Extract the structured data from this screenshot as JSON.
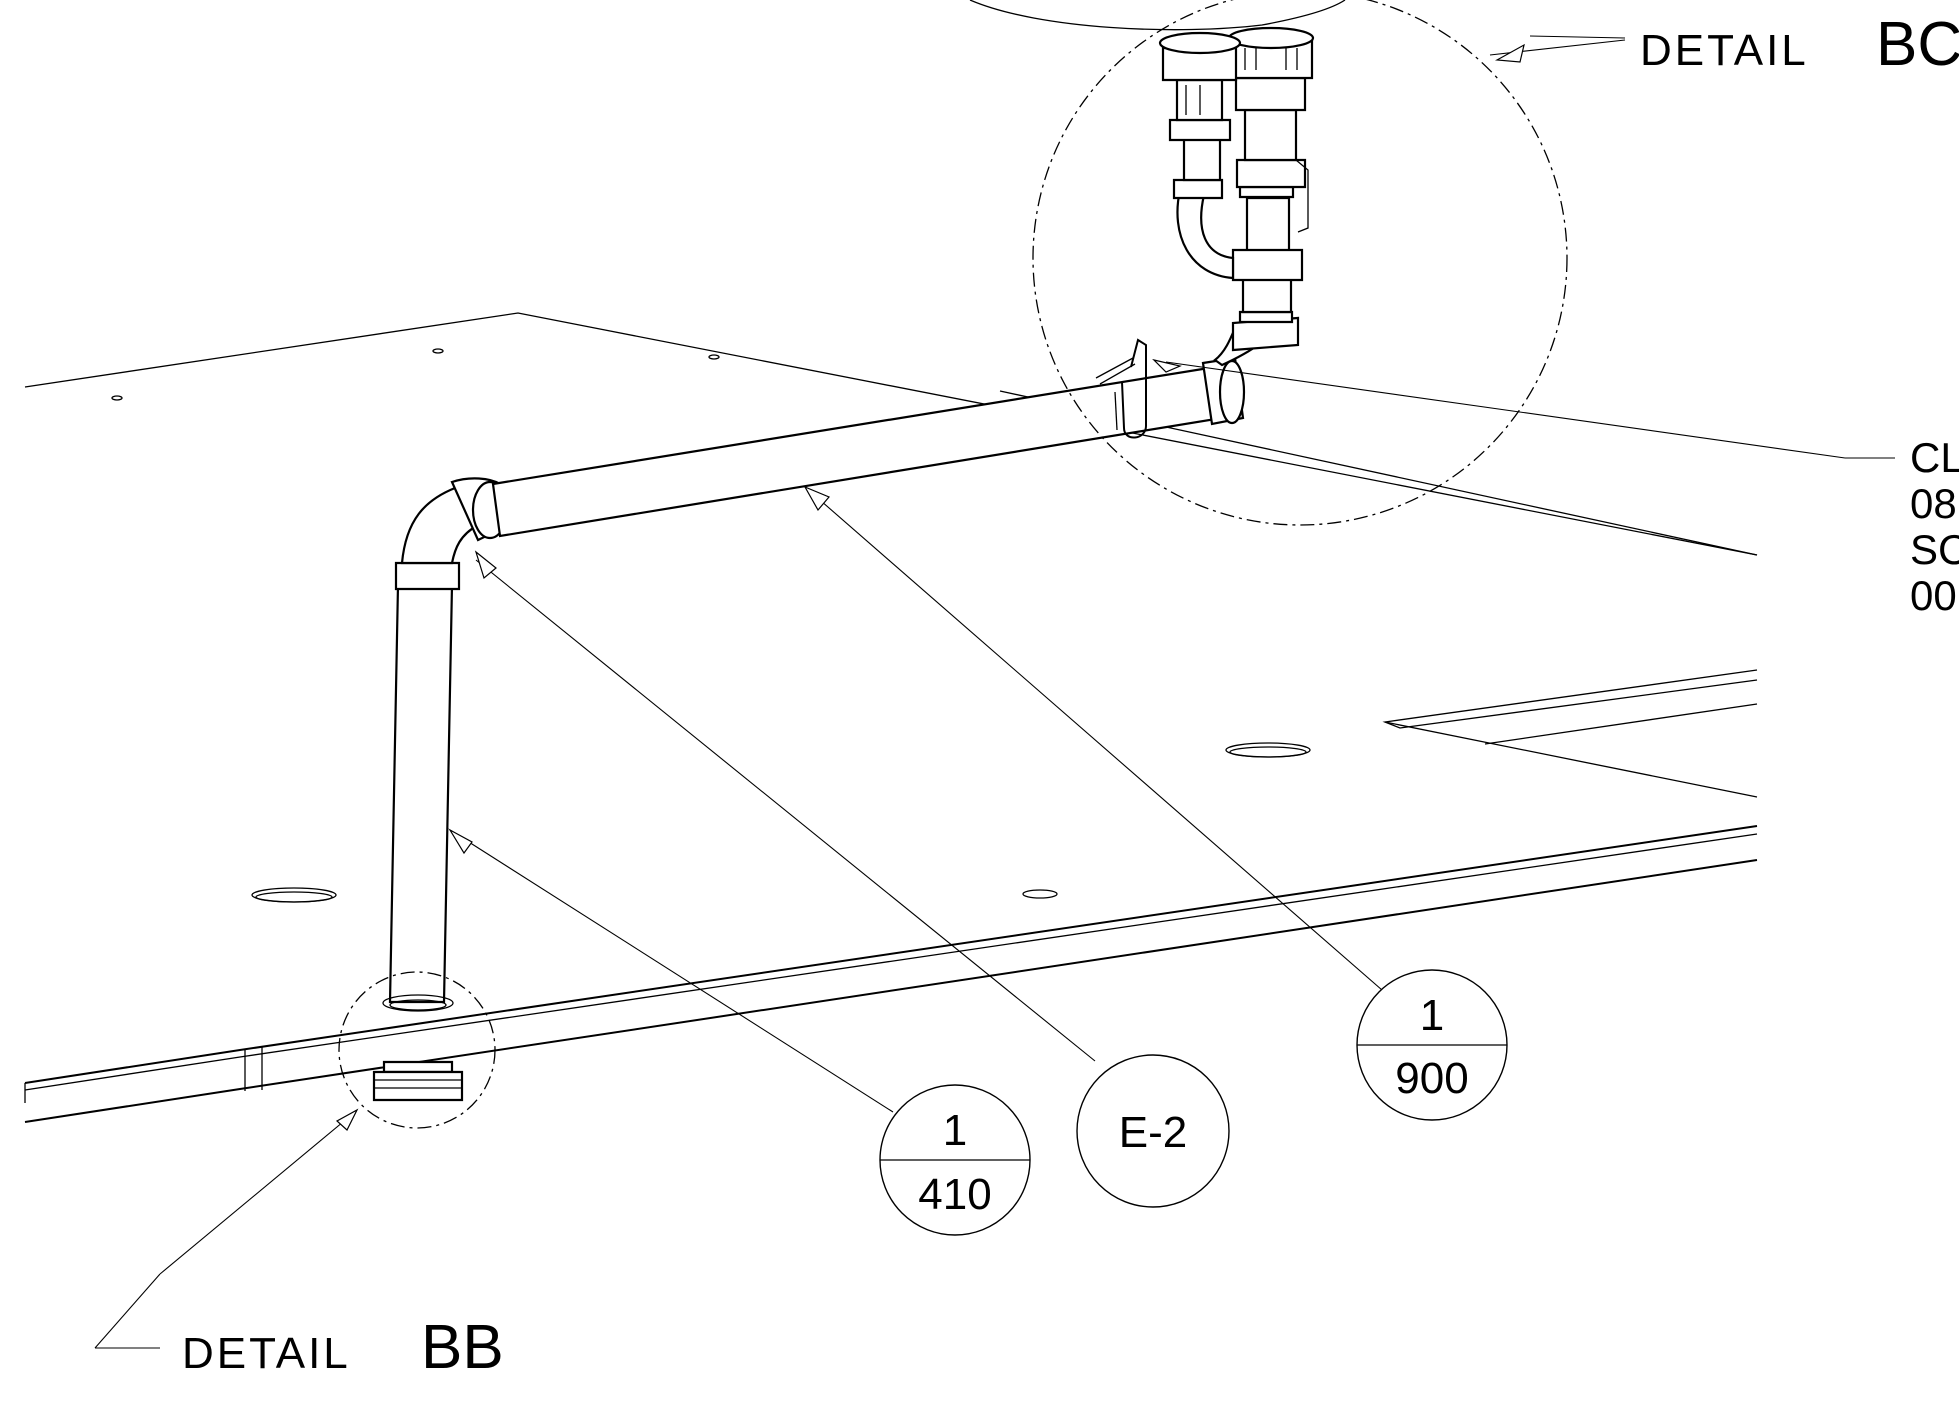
{
  "labels": {
    "detail_top": {
      "small": "DETAIL",
      "big": "BC"
    },
    "detail_bottom": {
      "small": "DETAIL",
      "big": "BB"
    },
    "note_lines": [
      "CL",
      "08",
      "SC",
      "00"
    ]
  },
  "callouts": [
    {
      "id": "callout-900",
      "top": "1",
      "bottom": "900"
    },
    {
      "id": "callout-410",
      "top": "1",
      "bottom": "410"
    },
    {
      "id": "callout-e2",
      "text": "E-2"
    }
  ]
}
